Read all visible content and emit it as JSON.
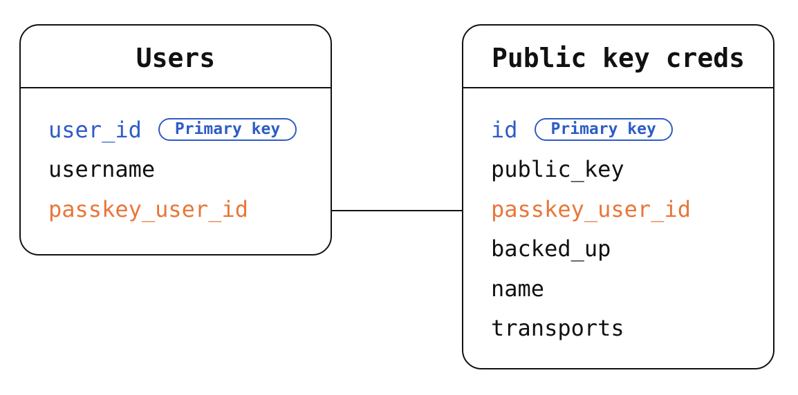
{
  "diagram": {
    "colors": {
      "blue": "#2e5cc5",
      "orange": "#e8763a",
      "ink": "#111111",
      "bg": "#ffffff"
    },
    "badge_label": "Primary key",
    "tables": [
      {
        "title": "Users",
        "fields": [
          {
            "name": "user_id",
            "color": "blue",
            "badge": "Primary key"
          },
          {
            "name": "username",
            "color": "ink"
          },
          {
            "name": "passkey_user_id",
            "color": "orange"
          }
        ]
      },
      {
        "title": "Public key creds",
        "fields": [
          {
            "name": "id",
            "color": "blue",
            "badge": "Primary key"
          },
          {
            "name": "public_key",
            "color": "ink"
          },
          {
            "name": "passkey_user_id",
            "color": "orange"
          },
          {
            "name": "backed_up",
            "color": "ink"
          },
          {
            "name": "name",
            "color": "ink"
          },
          {
            "name": "transports",
            "color": "ink"
          }
        ]
      }
    ],
    "relation": {
      "from_table": "Users",
      "from_field": "passkey_user_id",
      "to_table": "Public key creds",
      "to_field": "passkey_user_id"
    }
  }
}
